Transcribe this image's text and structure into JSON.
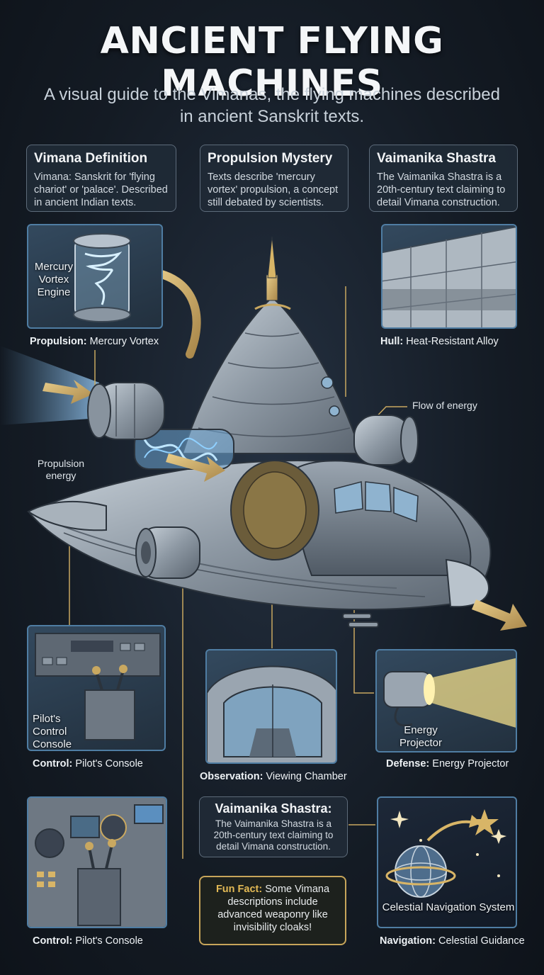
{
  "header": {
    "title": "ANCIENT FLYING MACHINES",
    "subtitle": "A visual guide to the Vimanas, the flying machines described in ancient Sanskrit texts."
  },
  "info_cards": [
    {
      "title": "Vimana Definition",
      "text": "Vimana: Sanskrit for 'flying chariot' or 'palace'. Described in ancient Indian texts."
    },
    {
      "title": "Propulsion Mystery",
      "text": "Texts describe 'mercury vortex' propulsion, a concept still debated by scientists."
    },
    {
      "title": "Vaimanika Shastra",
      "text": "The Vaimanika Shastra is a 20th-century text claiming to detail Vimana construction."
    }
  ],
  "panels": {
    "engine": {
      "label": "Mercury Vortex Engine",
      "caption_bold": "Propulsion:",
      "caption": " Mercury Vortex"
    },
    "hull": {
      "caption_bold": "Hull:",
      "caption": " Heat-Resistant Alloy"
    },
    "console1": {
      "label": "Pilot's Control Console",
      "caption_bold": "Control:",
      "caption": " Pilot's Console"
    },
    "chamber": {
      "caption_bold": "Observation:",
      "caption": " Viewing Chamber"
    },
    "projector": {
      "label": "Energy Projector",
      "caption_bold": "Defense:",
      "caption": " Energy Projector"
    },
    "console2": {
      "caption_bold": "Control:",
      "caption": " Pilot's Console"
    },
    "navigation": {
      "label": "Celestial Navigation System",
      "caption_bold": "Navigation:",
      "caption": " Celestial Guidance"
    }
  },
  "callouts": {
    "flow": "Flow of energy",
    "propulsion_energy": "Propulsion energy"
  },
  "center_box": {
    "title": "Vaimanika Shastra:",
    "text": "The Vaimanika Shastra is a 20th-century text claiming to detail Vimana construction."
  },
  "fun_fact": {
    "label": "Fun Fact:",
    "text": " Some Vimana descriptions include advanced weaponry like invisibility cloaks!"
  },
  "colors": {
    "accent_gold": "#d8b567",
    "panel_border": "#4f7da3",
    "energy_blue": "#8fd0ff"
  }
}
